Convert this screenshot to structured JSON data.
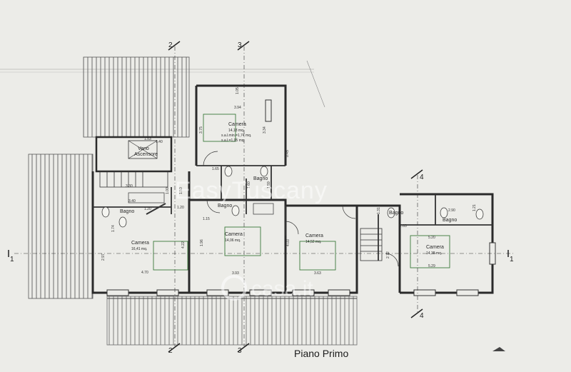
{
  "title": "Piano Primo",
  "watermark": {
    "primary": "EasyTuscany",
    "secondary": "casa.it"
  },
  "axes": {
    "a": "2",
    "b": "3",
    "c": "4",
    "d": "1"
  },
  "rooms": [
    {
      "name": "Camera",
      "area": "14,18 mq.",
      "extra1": "s.a.l.min.=1,74 mq.",
      "extra2": "s.a.l.=1,95 mq."
    },
    {
      "name": "Vano",
      "extra1": "Ascensore"
    },
    {
      "name": "Bagno"
    },
    {
      "name": "Bagno"
    },
    {
      "name": "Bagno"
    },
    {
      "name": "Camera",
      "area": "16,41 mq."
    },
    {
      "name": "Camera",
      "area": "14,06 mq."
    },
    {
      "name": "Camera",
      "area": "14,52 mq."
    },
    {
      "name": "Bagno"
    },
    {
      "name": "Bagno"
    },
    {
      "name": "Camera",
      "area": "14,38 mq."
    }
  ],
  "dims": {
    "d1": "3.94",
    "d2": "3.75",
    "d3": "3.34",
    "d4": "1.53",
    "d5": "1.40",
    "d6": "1.65",
    "d7": "1.20",
    "d8": "3.30",
    "d9": "3.40",
    "d10": "1.74",
    "d11": "2.97",
    "d12": "4.22",
    "d13": "4.70",
    "d14": "1.15",
    "d15": "1.96",
    "d16": "3.93",
    "d17": "4.03",
    "d18": "3.63",
    "d19": "2.72",
    "d20": "2.65",
    "d21": "5.20",
    "d22": "5.29",
    "d23": "2.90",
    "d24": "1.21",
    "d25": "1.20",
    "d26": "1.00",
    "d27": "1.50",
    "d28": "0.45",
    "d29": "1.05",
    "d30": "1.31",
    "d31": "1.60",
    "d32": "1.59"
  }
}
